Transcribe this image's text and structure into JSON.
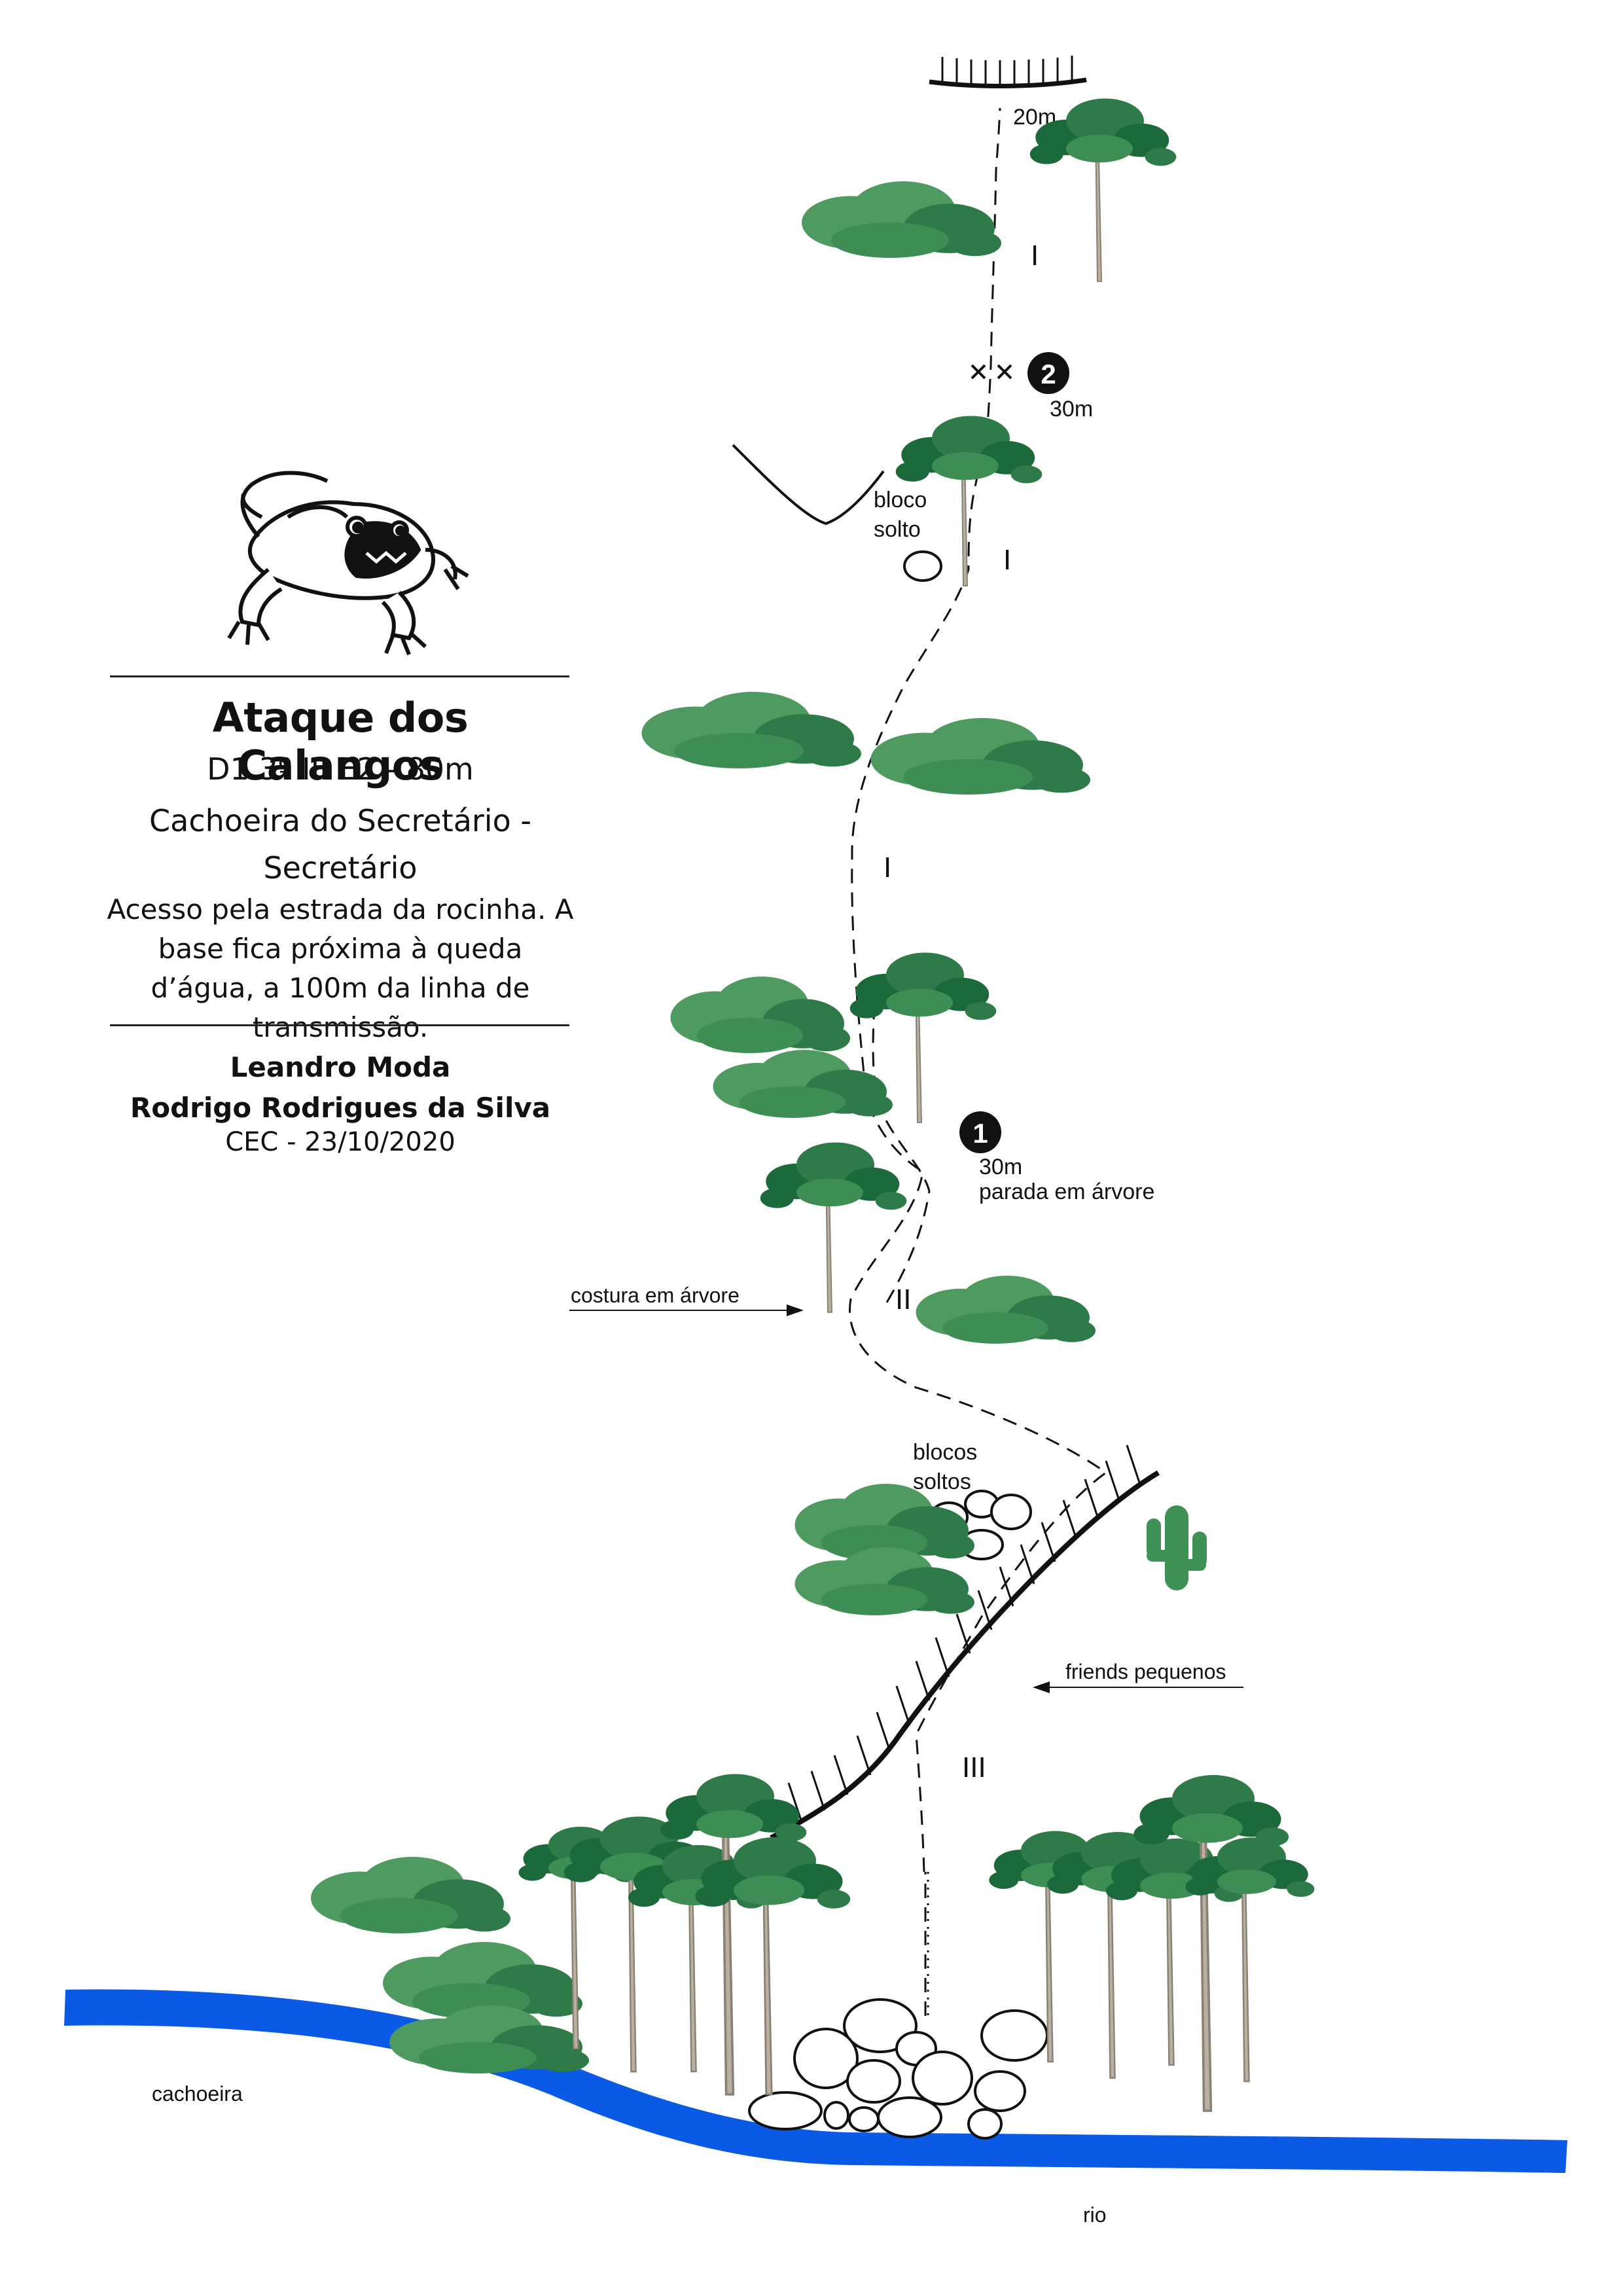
{
  "route": {
    "name": "Ataque dos Calangos",
    "grade": "D1 3º III E2 - 80m",
    "location": "Cachoeira do Secretário - Secretário",
    "access": "Acesso pela estrada da rocinha. A base fica próxima à queda d’água, a 100m da linha de transmissão.",
    "authors": [
      "Leandro Moda",
      "Rodrigo Rodrigues da Silva"
    ],
    "club_date": "CEC - 23/10/2020"
  },
  "topo": {
    "top_length": "20m",
    "pitch_grades": {
      "top": "I",
      "middle": "I",
      "long": "I",
      "lower": "II",
      "base": "III"
    },
    "belay_1": {
      "number": "1",
      "length": "30m",
      "note": "parada em árvore"
    },
    "belay_2": {
      "number": "2",
      "length": "30m"
    },
    "labels": {
      "loose_block": "bloco solto",
      "loose_blocks": "blocos soltos",
      "tree_runner": "costura em árvore",
      "small_friends": "friends pequenos",
      "waterfall": "cachoeira",
      "river": "rio"
    }
  },
  "colors": {
    "river": "#0a5ae6",
    "tree_dark": "#1c6a3c",
    "bush_light": "#4f9a60",
    "bush_dark": "#2e7a48",
    "trunk": "#b9b0a2",
    "trunk_orange": "#d98a2a",
    "cactus": "#3f9155"
  },
  "icons": [
    "lizard-logo",
    "tree-icon",
    "bush-icon",
    "cactus-icon",
    "boulder-icon",
    "belay-marker",
    "bolt-cross-icon",
    "rock-wall-hatch"
  ]
}
